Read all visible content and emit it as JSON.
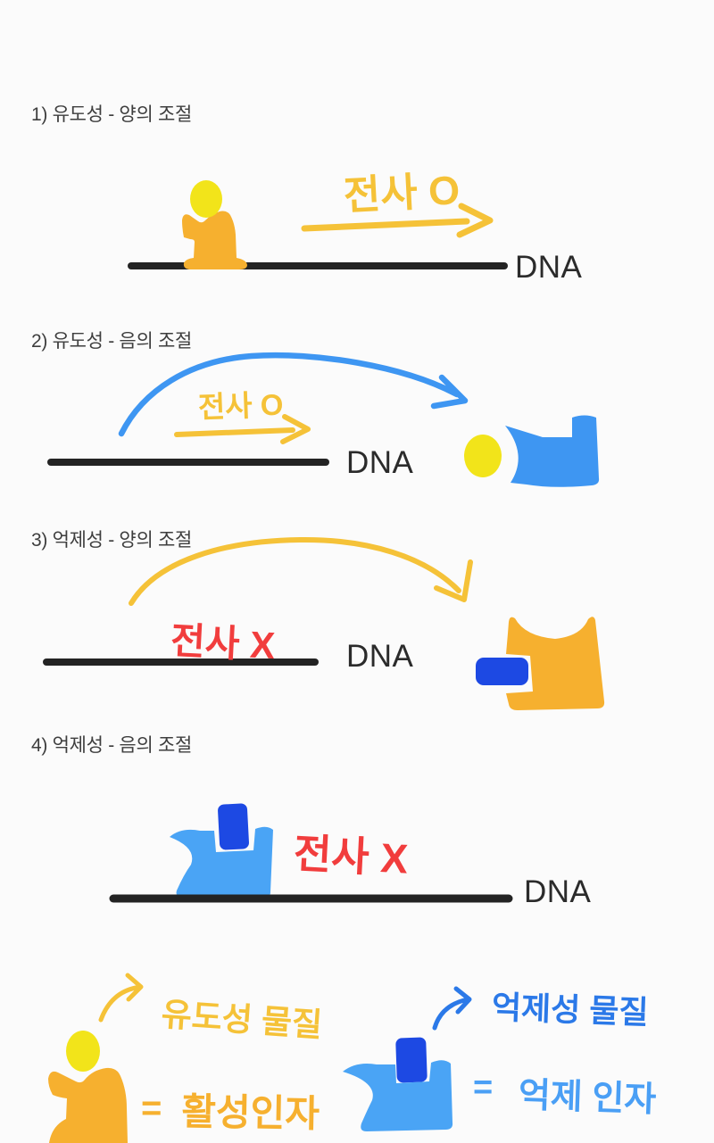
{
  "colors": {
    "background": "#fbfbfb",
    "ink": "#3e3e3e",
    "dna_ink": "#2b2b2b",
    "line": "#232323",
    "yellow": "#f2e41a",
    "amber": "#f6b02f",
    "gold": "#f5c238",
    "blue": "#3e96f2",
    "blue_light": "#4aa4f5",
    "blue_dark": "#1d49e3",
    "blue_text": "#2b79e8",
    "blue_soft": "#4a9ff5",
    "red": "#f13d3d"
  },
  "sections": [
    {
      "heading": "1) 유도성 - 양의 조절",
      "transcription": "전사 O",
      "dna": "DNA"
    },
    {
      "heading": "2) 유도성 - 음의 조절",
      "transcription": "전사 O",
      "dna": "DNA"
    },
    {
      "heading": "3) 억제성 - 양의 조절",
      "transcription": "전사 X",
      "dna": "DNA"
    },
    {
      "heading": "4) 억제성 - 음의 조절",
      "transcription": "전사 X",
      "dna": "DNA"
    }
  ],
  "legend": {
    "left": {
      "label": "유도성 물질",
      "equals": "=",
      "alias": "활성인자"
    },
    "right": {
      "label": "억제성 물질",
      "equals": "=",
      "alias": "억제 인자"
    }
  }
}
